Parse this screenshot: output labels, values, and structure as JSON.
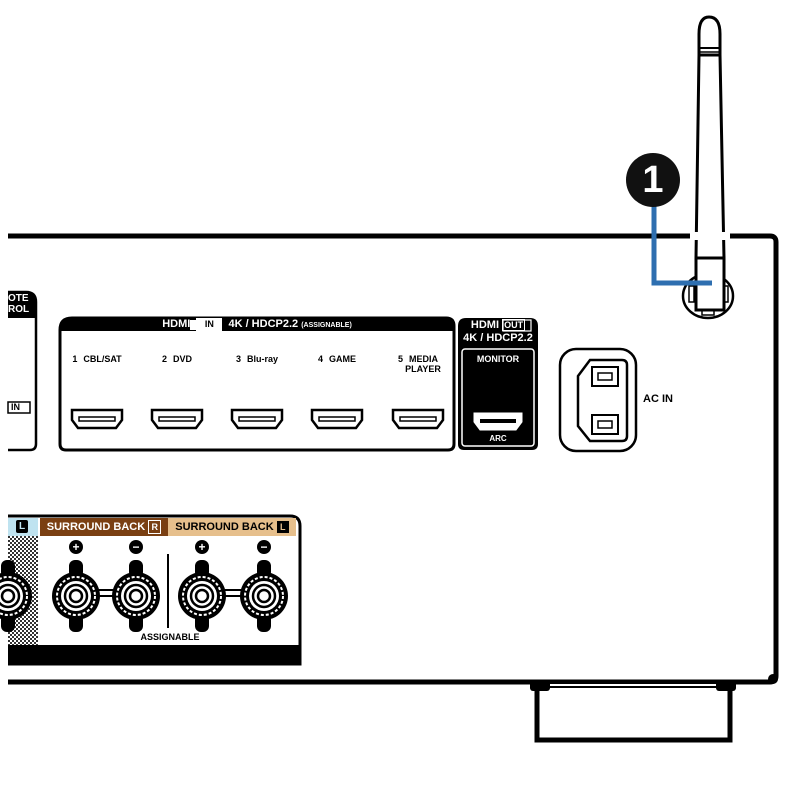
{
  "callout": {
    "number": "1",
    "line_color": "#2e6fb0"
  },
  "remote_control": {
    "title_line1": "OTE",
    "title_line2": "ROL",
    "in_badge": "IN"
  },
  "hdmi_in": {
    "header_prefix": "HDMI",
    "header_badge": "IN",
    "header_spec": "4K / HDCP2.2",
    "header_note": "(ASSIGNABLE)",
    "ports": [
      {
        "num": "1",
        "name": "CBL/SAT",
        "name2": ""
      },
      {
        "num": "2",
        "name": "DVD",
        "name2": ""
      },
      {
        "num": "3",
        "name": "Blu-ray",
        "name2": ""
      },
      {
        "num": "4",
        "name": "GAME",
        "name2": ""
      },
      {
        "num": "5",
        "name": "MEDIA",
        "name2": "PLAYER"
      }
    ]
  },
  "hdmi_out": {
    "header_prefix": "HDMI",
    "header_badge": "OUT",
    "header_spec": "4K / HDCP2.2",
    "port_label": "MONITOR",
    "port_sub": "ARC"
  },
  "ac_in": {
    "label": "AC IN"
  },
  "speakers": {
    "left_partial_badge": "L",
    "left_partial_color": "#bfe3f0",
    "surround_back_r": {
      "label": "SURROUND BACK",
      "badge": "R",
      "color": "#7a3f12"
    },
    "surround_back_l": {
      "label": "SURROUND BACK",
      "badge": "L",
      "color": "#e6bf8c"
    },
    "plus_symbol": "+",
    "minus_symbol": "−",
    "assignable": "ASSIGNABLE"
  }
}
